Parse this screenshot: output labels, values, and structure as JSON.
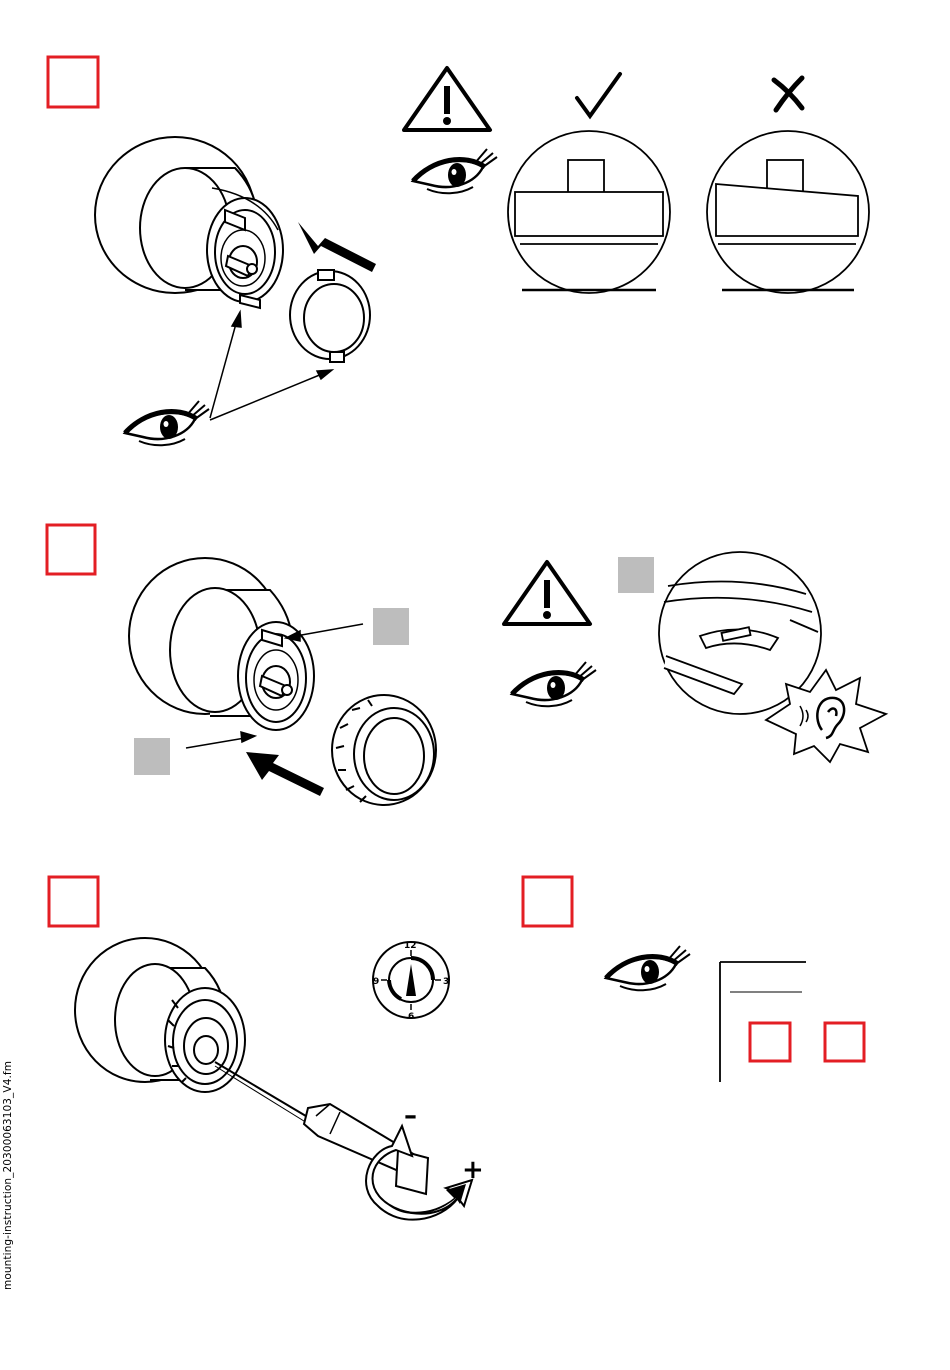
{
  "footer": {
    "filename": "mounting-instruction_20300063103_V4.fm"
  },
  "clock": {
    "labels": {
      "top": "12",
      "right": "3",
      "bottom": "6",
      "left": "9"
    }
  },
  "adjust": {
    "minus": "–",
    "plus": "+"
  },
  "colors": {
    "step_frame": "#e31e24",
    "placeholder_box": "#bdbdbd",
    "line": "#000000"
  },
  "icons": {
    "warning": "warning-triangle-icon",
    "eye": "eye-icon",
    "check": "checkmark-icon",
    "cross": "cross-icon",
    "ear": "ear-icon"
  }
}
